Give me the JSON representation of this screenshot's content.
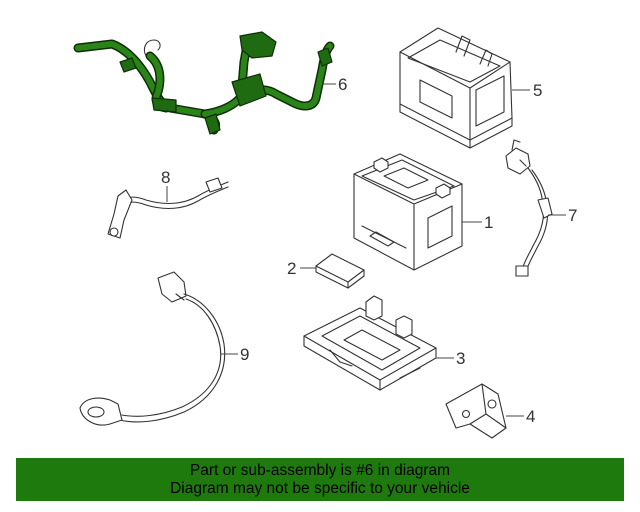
{
  "colors": {
    "highlight": "#1f6b12",
    "banner_bg": "#1f7a0d",
    "line": "#333333"
  },
  "callouts": [
    "1",
    "2",
    "3",
    "4",
    "5",
    "6",
    "7",
    "8",
    "9"
  ],
  "banner": {
    "line1": "Part or sub-assembly is #6 in diagram",
    "line2": "Diagram may not be specific to your vehicle"
  }
}
